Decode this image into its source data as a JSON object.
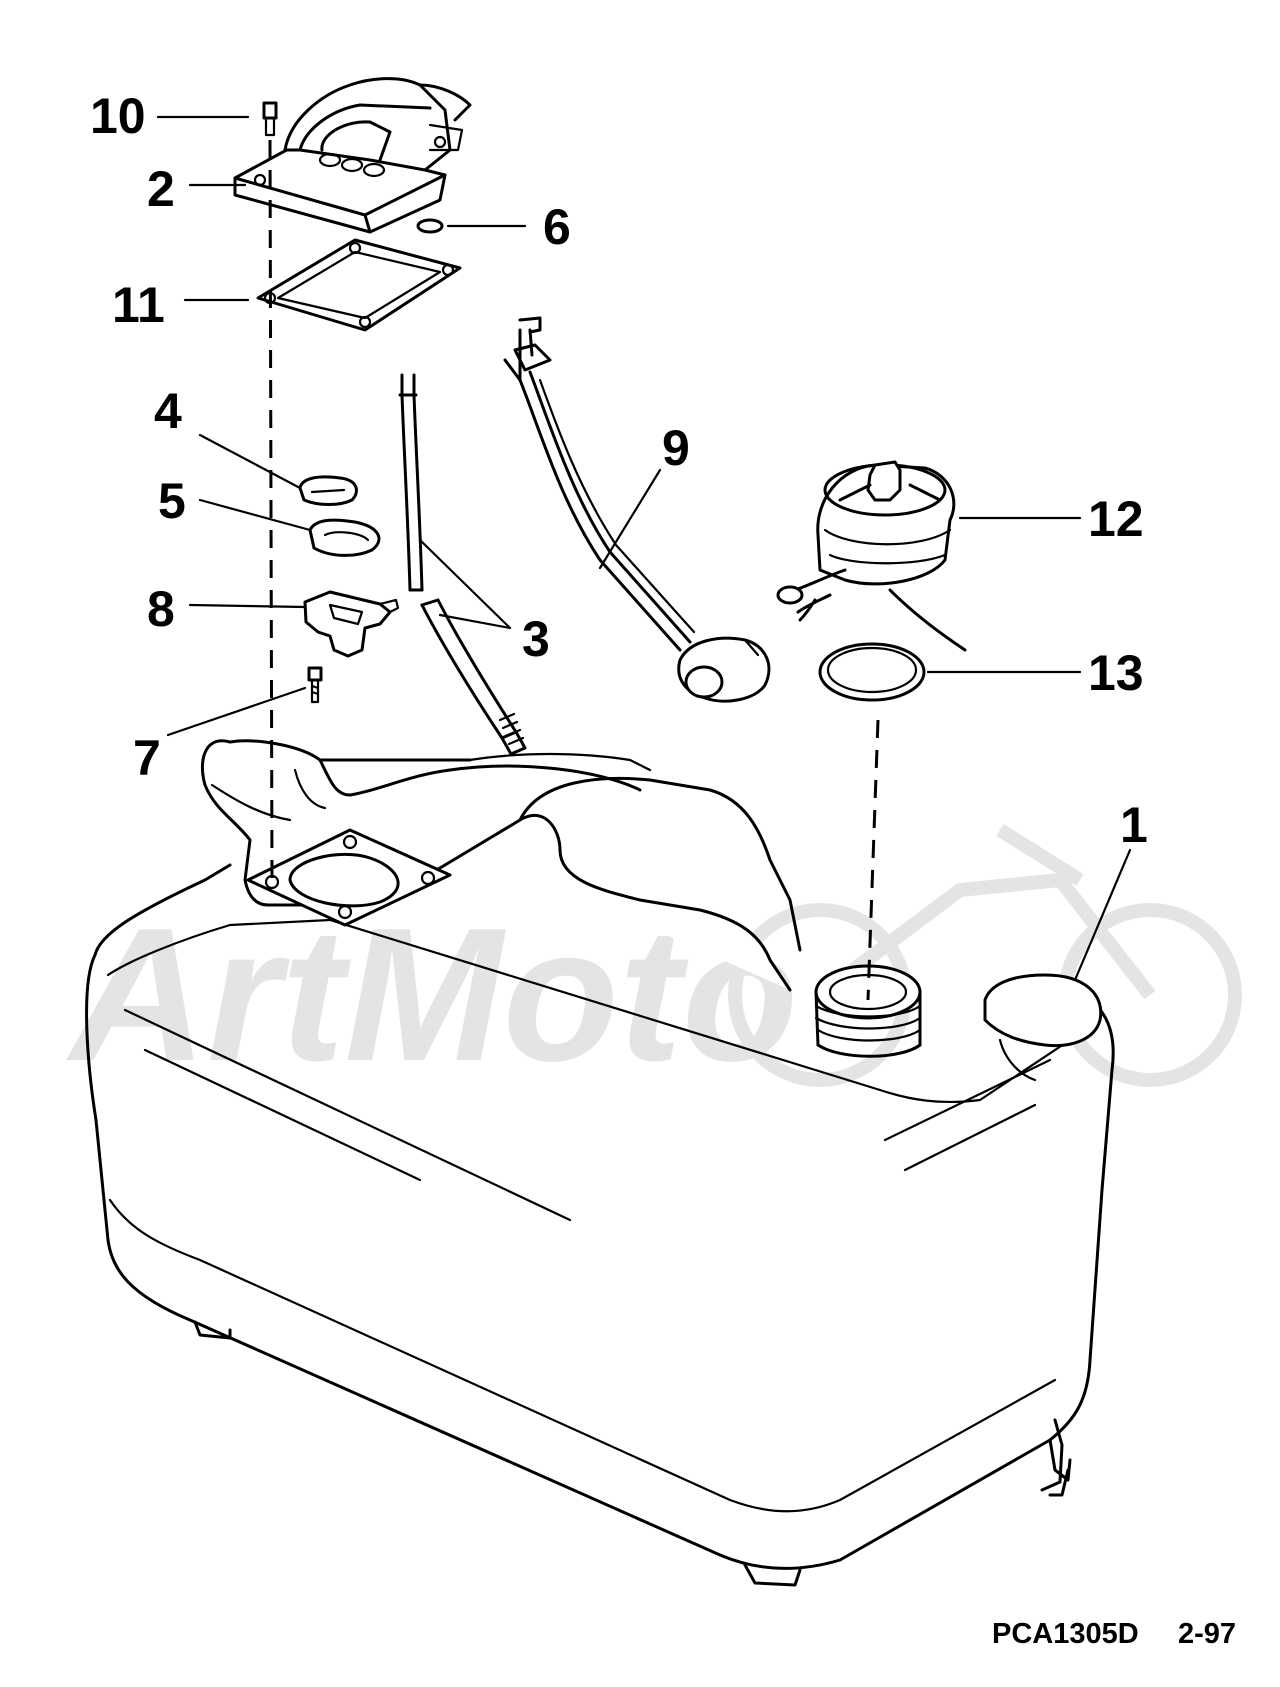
{
  "callouts": {
    "n1": "1",
    "n2": "2",
    "n3": "3",
    "n4": "4",
    "n5": "5",
    "n6": "6",
    "n7": "7",
    "n8": "8",
    "n9": "9",
    "n10": "10",
    "n11": "11",
    "n12": "12",
    "n13": "13"
  },
  "reference": {
    "code": "PCA1305D",
    "date": "2-97"
  },
  "watermark": {
    "text": "ArtMoto"
  }
}
